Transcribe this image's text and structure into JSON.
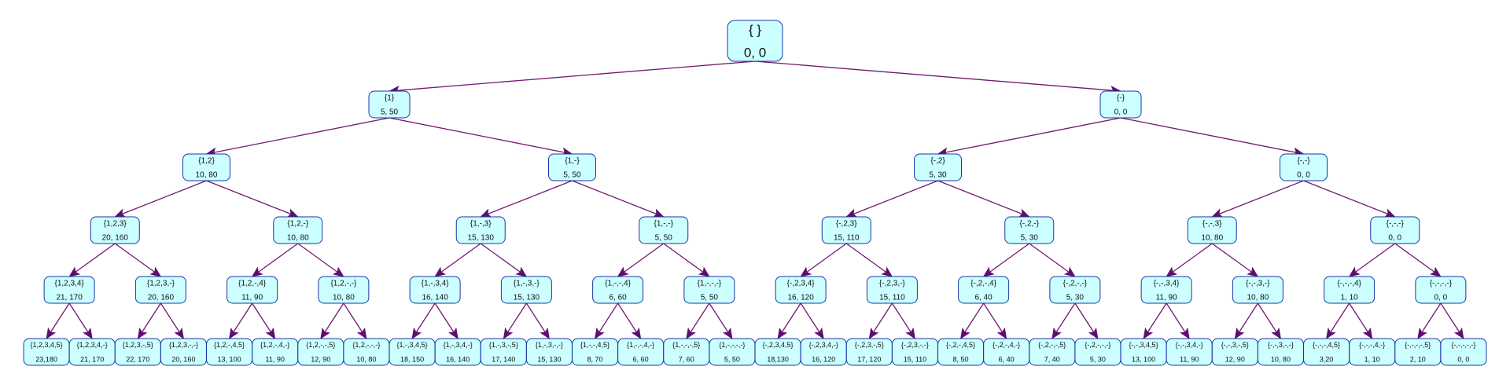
{
  "colors": {
    "node_fill": "#ccffff",
    "node_border": "#1a35a8",
    "edge": "#74186e",
    "arrowhead": "#5e0f6a",
    "text": "#111111"
  },
  "tree": {
    "root": {
      "set": "{ }",
      "values": "0, 0"
    },
    "levels": [
      [
        {
          "set": "{1}",
          "values": "5, 50"
        },
        {
          "set": "{-}",
          "values": "0, 0"
        }
      ],
      [
        {
          "set": "{1,2}",
          "values": "10, 80"
        },
        {
          "set": "{1,-}",
          "values": "5, 50"
        },
        {
          "set": "{-,2}",
          "values": "5, 30"
        },
        {
          "set": "{-,-}",
          "values": "0, 0"
        }
      ],
      [
        {
          "set": "{1,2,3}",
          "values": "20, 160"
        },
        {
          "set": "{1,2,-}",
          "values": "10, 80"
        },
        {
          "set": "{1,-,3}",
          "values": "15, 130"
        },
        {
          "set": "{1,-,-}",
          "values": "5, 50"
        },
        {
          "set": "{-,2,3}",
          "values": "15, 110"
        },
        {
          "set": "{-,2,-}",
          "values": "5, 30"
        },
        {
          "set": "{-,-,3}",
          "values": "10, 80"
        },
        {
          "set": "{-,-,-}",
          "values": "0, 0"
        }
      ],
      [
        {
          "set": "{1,2,3,4}",
          "values": "21, 170"
        },
        {
          "set": "{1,2,3,-}",
          "values": "20, 160"
        },
        {
          "set": "{1,2,-,4}",
          "values": "11, 90"
        },
        {
          "set": "{1,2,-,-}",
          "values": "10, 80"
        },
        {
          "set": "{1,-,3,4}",
          "values": "16, 140"
        },
        {
          "set": "{1,-,3,-}",
          "values": "15, 130"
        },
        {
          "set": "{1,-,-,4}",
          "values": "6, 60"
        },
        {
          "set": "{1,-,-,-}",
          "values": "5, 50"
        },
        {
          "set": "{-,2,3,4}",
          "values": "16, 120"
        },
        {
          "set": "{-,2,3,-}",
          "values": "15, 110"
        },
        {
          "set": "{-,2,-,4}",
          "values": "6, 40"
        },
        {
          "set": "{-,2,-,-}",
          "values": "5, 30"
        },
        {
          "set": "{-,-,3,4}",
          "values": "11, 90"
        },
        {
          "set": "{-,-,3,-}",
          "values": "10, 80"
        },
        {
          "set": "{-,-,-,4}",
          "values": "1, 10"
        },
        {
          "set": "{-,-,-,-}",
          "values": "0, 0"
        }
      ],
      [
        {
          "set": "{1,2,3,4,5}",
          "values": "23,180"
        },
        {
          "set": "{1,2,3,4,-}",
          "values": "21, 170"
        },
        {
          "set": "{1,2,3,-,5}",
          "values": "22, 170"
        },
        {
          "set": "{1,2,3,-,-}",
          "values": "20, 160"
        },
        {
          "set": "{1,2,-,4,5}",
          "values": "13, 100"
        },
        {
          "set": "{1,2,-,4,-}",
          "values": "11, 90"
        },
        {
          "set": "{1,2,-,-,5}",
          "values": "12, 90"
        },
        {
          "set": "{1,2,-,-,-}",
          "values": "10, 80"
        },
        {
          "set": "{1,-,3,4,5}",
          "values": "18, 150"
        },
        {
          "set": "{1,-,3,4,-}",
          "values": "16, 140"
        },
        {
          "set": "{1,-,3,-,5}",
          "values": "17, 140"
        },
        {
          "set": "{1,-,3,-,-}",
          "values": "15, 130"
        },
        {
          "set": "{1,-,-,4,5}",
          "values": "8, 70"
        },
        {
          "set": "{1,-,-,4,-}",
          "values": "6, 60"
        },
        {
          "set": "{1,-,-,-,5}",
          "values": "7, 60"
        },
        {
          "set": "{1,-,-,-,-}",
          "values": "5, 50"
        },
        {
          "set": "{-,2,3,4,5}",
          "values": "18,130"
        },
        {
          "set": "{-,2,3,4,-}",
          "values": "16, 120"
        },
        {
          "set": "{-,2,3,-,5}",
          "values": "17, 120"
        },
        {
          "set": "{-,2,3,-,-}",
          "values": "15, 110"
        },
        {
          "set": "{-,2,-,4,5}",
          "values": "8, 50"
        },
        {
          "set": "{-,2,-,4,-}",
          "values": "6, 40"
        },
        {
          "set": "{-,2,-,-,5}",
          "values": "7, 40"
        },
        {
          "set": "{-,2,-,-,-}",
          "values": "5, 30"
        },
        {
          "set": "{-,-,3,4,5}",
          "values": "13, 100"
        },
        {
          "set": "{-,-,3,4,-}",
          "values": "11, 90"
        },
        {
          "set": "{-,-,3,-,5}",
          "values": "12, 90"
        },
        {
          "set": "{-,-,3,-,-}",
          "values": "10, 80"
        },
        {
          "set": "{-,-,-,4,5}",
          "values": "3,20"
        },
        {
          "set": "{-,-,-,4,-}",
          "values": "1, 10"
        },
        {
          "set": "{-,-,-,-,5}",
          "values": "2, 10"
        },
        {
          "set": "{-,-,-,-,-}",
          "values": "0, 0"
        }
      ]
    ]
  }
}
